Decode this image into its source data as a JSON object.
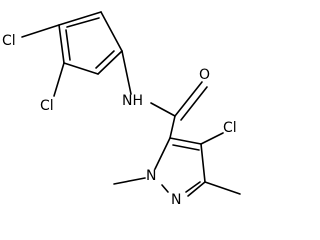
{
  "molecule": {
    "atoms": {
      "cl_top": "Cl",
      "cl_mid": "Cl",
      "nh": "NH",
      "o": "O",
      "cl_right": "Cl",
      "n_methyl": "N",
      "n_ring": "N"
    }
  }
}
